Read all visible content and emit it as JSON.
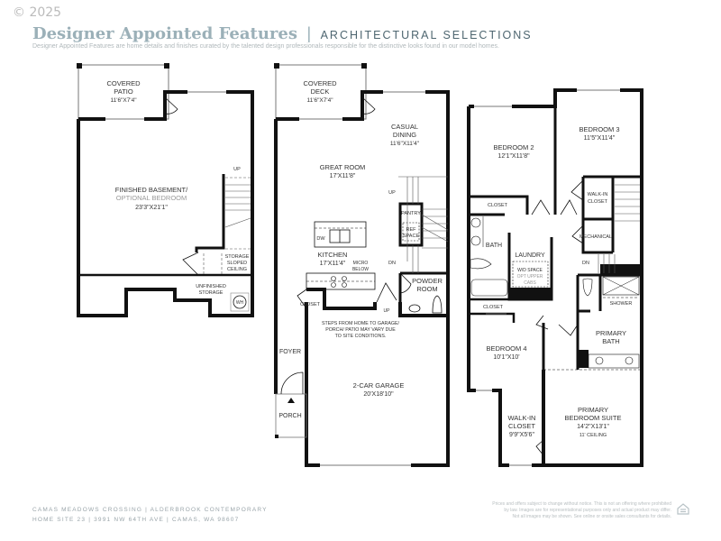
{
  "copyright": "© 2025",
  "header": {
    "title": "Designer Appointed Features",
    "separator": "|",
    "subtitle": "ARCHITECTURAL SELECTIONS",
    "description": "Designer Appointed Features are home details and finishes curated by the talented design professionals responsible for the distinctive looks found in our model homes."
  },
  "floorplans": {
    "basement": {
      "rooms": [
        {
          "name": "COVERED",
          "name2": "PATIO",
          "dims": "11'6\"X7'4\""
        },
        {
          "name": "FINISHED BASEMENT/",
          "name2": "OPTIONAL BEDROOM",
          "dims": "23'3\"X21'1\""
        },
        {
          "name": "STORAGE",
          "name2": "SLOPED",
          "name3": "CEILING"
        },
        {
          "name": "UNFINISHED",
          "name2": "STORAGE"
        }
      ],
      "labels": {
        "up": "UP",
        "wh": "WH"
      }
    },
    "main": {
      "rooms": [
        {
          "name": "COVERED",
          "name2": "DECK",
          "dims": "11'6\"X7'4\""
        },
        {
          "name": "CASUAL",
          "name2": "DINING",
          "dims": "11'6\"X11'4\""
        },
        {
          "name": "GREAT ROOM",
          "dims": "17'X11'8\""
        },
        {
          "name": "KITCHEN",
          "dims": "17'X11'4\""
        },
        {
          "name": "POWDER",
          "name2": "ROOM"
        },
        {
          "name": "2-CAR GARAGE",
          "dims": "20'X18'10\""
        },
        {
          "name": "FOYER"
        },
        {
          "name": "PORCH"
        }
      ],
      "labels": {
        "up": "UP",
        "dn": "DN",
        "pantry": "PANTRY",
        "ref1": "REF",
        "ref2": "SPACE",
        "dw": "DW",
        "micro1": "MICRO",
        "micro2": "BELOW",
        "closet": "CLOSET",
        "up2": "UP",
        "note1": "STEPS FROM HOME TO GARAGE/",
        "note2": "PORCH/ PATIO MAY VARY DUE",
        "note3": "TO SITE CONDITIONS."
      }
    },
    "upper": {
      "rooms": [
        {
          "name": "BEDROOM 2",
          "dims": "12'1\"X11'8\""
        },
        {
          "name": "BEDROOM 3",
          "dims": "11'5\"X11'4\""
        },
        {
          "name": "BEDROOM 4",
          "dims": "10'1\"X10'"
        },
        {
          "name": "PRIMARY",
          "name2": "BEDROOM SUITE",
          "dims": "14'2\"X13'1\"",
          "extra": "11' CEILING"
        },
        {
          "name": "PRIMARY",
          "name2": "BATH"
        },
        {
          "name": "WALK-IN",
          "name2": "CLOSET",
          "dims": "9'9\"X5'6\""
        },
        {
          "name": "LAUNDRY"
        },
        {
          "name": "BATH"
        }
      ],
      "labels": {
        "closet": "CLOSET",
        "closet2": "CLOSET",
        "walkin1": "WALK-IN",
        "walkin2": "CLOSET",
        "mechanical": "MECHANICAL",
        "dn": "DN",
        "shower": "SHOWER",
        "wd": "W/D SPACE",
        "opt1": "OPT UPPER",
        "opt2": "CABS"
      }
    }
  },
  "footer": {
    "line1": "CAMAS MEADOWS CROSSING  |  ALDERBROOK CONTEMPORARY",
    "line2": "HOME SITE 23  |  3991 NW 64TH AVE  |  CAMAS, WA 98607",
    "disclaimer1": "Prices and offers subject to change without notice. This is not an offering where prohibited",
    "disclaimer2": "by law. Images are for representational purposes only and actual product may differ.",
    "disclaimer3": "Not all images may be shown. See online or onsite sales consultants for details."
  }
}
